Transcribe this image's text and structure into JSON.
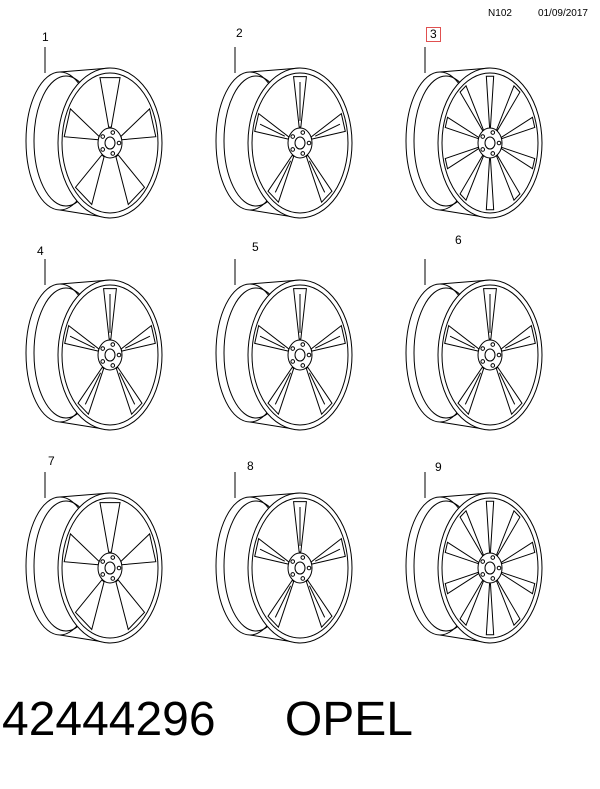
{
  "header": {
    "code": "N102",
    "date": "01/09/2017"
  },
  "wheels": [
    {
      "callout": "1",
      "highlighted": false,
      "spokes": 5,
      "spoke_style": "wide"
    },
    {
      "callout": "2",
      "highlighted": false,
      "spokes": 5,
      "spoke_style": "double"
    },
    {
      "callout": "3",
      "highlighted": true,
      "spokes": 10,
      "spoke_style": "multi"
    },
    {
      "callout": "4",
      "highlighted": false,
      "spokes": 5,
      "spoke_style": "split"
    },
    {
      "callout": "5",
      "highlighted": false,
      "spokes": 5,
      "spoke_style": "double"
    },
    {
      "callout": "6",
      "highlighted": false,
      "spokes": 5,
      "spoke_style": "split"
    },
    {
      "callout": "7",
      "highlighted": false,
      "spokes": 5,
      "spoke_style": "wide"
    },
    {
      "callout": "8",
      "highlighted": false,
      "spokes": 5,
      "spoke_style": "double"
    },
    {
      "callout": "9",
      "highlighted": false,
      "spokes": 10,
      "spoke_style": "multi"
    }
  ],
  "footer": {
    "part_number": "42444296",
    "brand": "OPEL"
  },
  "colors": {
    "line": "#000000",
    "highlight_box": "#e05050",
    "background": "#ffffff"
  }
}
